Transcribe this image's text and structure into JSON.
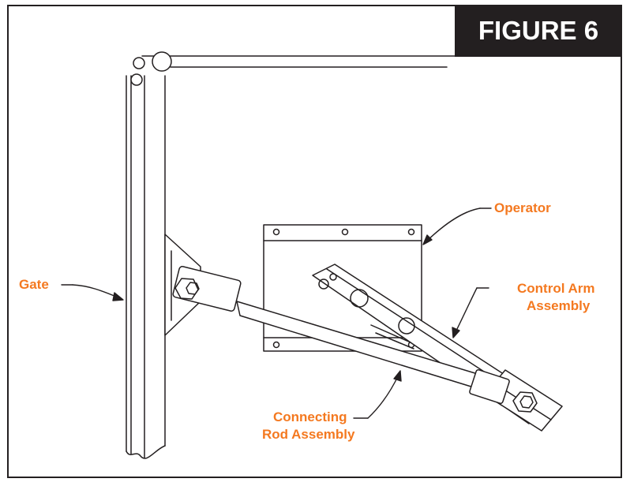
{
  "figure": {
    "title": "FIGURE 6"
  },
  "labels": {
    "gate": "Gate",
    "operator": "Operator",
    "control_arm_line1": "Control Arm",
    "control_arm_line2": "Assembly",
    "connecting_rod_line1": "Connecting",
    "connecting_rod_line2": "Rod Assembly"
  },
  "colors": {
    "label": "#f47920",
    "line": "#231f20",
    "title_bg": "#231f20",
    "title_text": "#ffffff"
  }
}
